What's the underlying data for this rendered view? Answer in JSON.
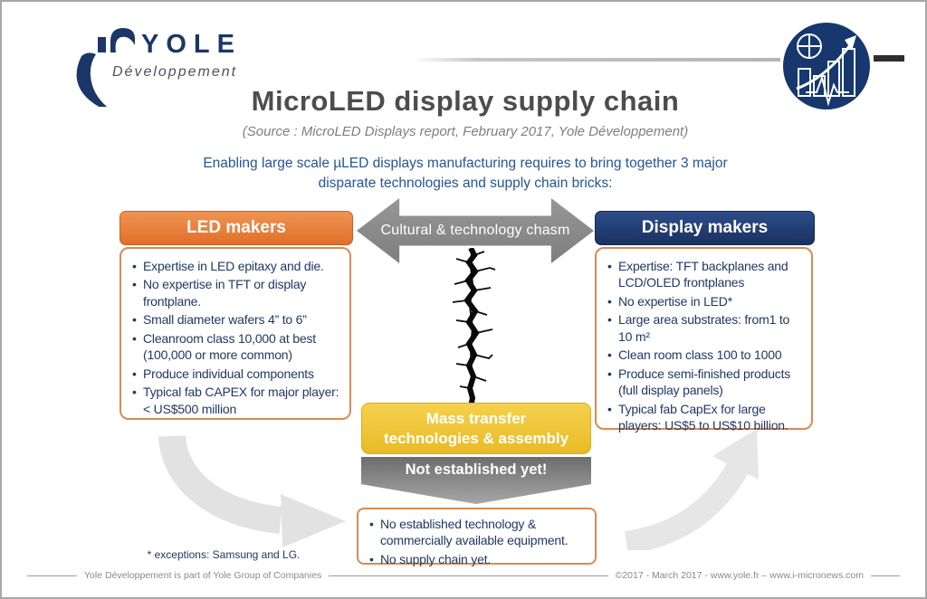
{
  "brand": {
    "name": "YOLE",
    "subtitle": "Développement"
  },
  "header": {
    "title": "MicroLED display supply chain",
    "source": "(Source : MicroLED Displays report, February 2017, Yole Développement)",
    "intro_line1": "Enabling large scale µLED displays manufacturing requires to bring together 3 major",
    "intro_line2": "disparate technologies and supply chain bricks:"
  },
  "led_makers": {
    "title": "LED makers",
    "items": [
      "Expertise in LED epitaxy and die.",
      "No expertise in TFT or display frontplane.",
      "Small diameter wafers 4” to 6”",
      "Cleanroom class 10,000 at best (100,000 or more common)",
      "Produce individual components",
      "Typical fab CAPEX for major player: < US$500 million"
    ]
  },
  "display_makers": {
    "title": "Display makers",
    "items": [
      "Expertise: TFT backplanes and LCD/OLED frontplanes",
      "No expertise in LED*",
      "Large area substrates: from1 to 10 m²",
      "Clean room class 100 to 1000",
      "Produce semi-finished products (full display panels)",
      "Typical fab CapEx for large players: US$5 to US$10 billion."
    ]
  },
  "chasm": {
    "label": "Cultural & technology chasm"
  },
  "mass_transfer": {
    "title": "Mass transfer technologies & assembly",
    "banner": "Not established yet!",
    "items": [
      "No established technology & commercially available equipment.",
      "No supply chain yet."
    ]
  },
  "footnote": "* exceptions: Samsung and LG.",
  "footer": {
    "left": "Yole Développement is part of Yole Group of Companies",
    "right": "©2017 - March 2017 - www.yole.fr – www.i-micronews.com"
  },
  "colors": {
    "orange": "#e0702a",
    "navy": "#1b3160",
    "text_blue": "#203864",
    "intro_blue": "#265590",
    "yellow": "#eec437",
    "chasm_gray": "#888888",
    "light_arrow_gray": "#e2e2e2",
    "title_gray": "#4d4d4d"
  }
}
